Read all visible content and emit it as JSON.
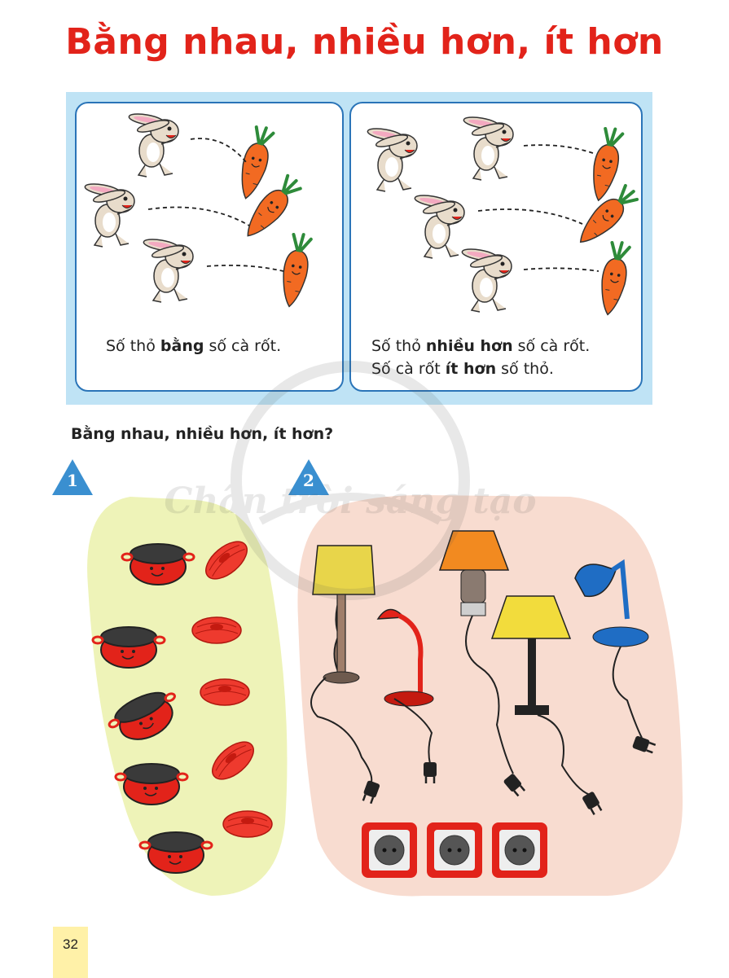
{
  "title": "Bằng nhau, nhiều hơn, ít hơn",
  "left_card": {
    "caption_pre": "Số thỏ ",
    "caption_bold": "bằng",
    "caption_post": " số cà rốt."
  },
  "right_card": {
    "line1_pre": "Số thỏ ",
    "line1_bold": "nhiều hơn",
    "line1_post": " số cà rốt.",
    "line2_pre": "Số cà rốt ",
    "line2_bold": "ít hơn",
    "line2_post": " số thỏ."
  },
  "question": "Bằng nhau, nhiều hơn, ít hơn?",
  "exercise_numbers": [
    "1",
    "2"
  ],
  "watermark": "Chân trời sáng tạo",
  "page_number": "32",
  "colors": {
    "title": "#e2231a",
    "panel_bg": "#bfe3f5",
    "card_border": "#2a74b8",
    "triangle": "#3a8fd0",
    "blob1": "#eef3b8",
    "blob2": "#f8dcd0",
    "pot": "#e2231a",
    "socket_frame": "#e2231a"
  }
}
